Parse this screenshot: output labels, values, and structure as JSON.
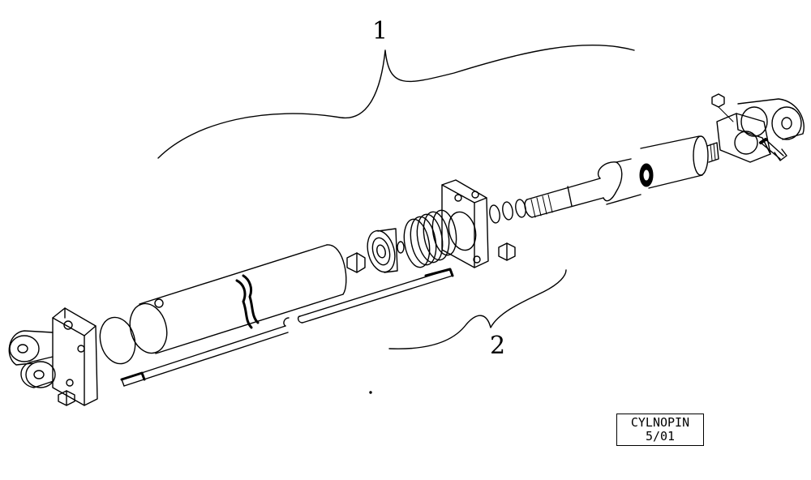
{
  "callouts": {
    "one": "1",
    "two": "2"
  },
  "reference_box": {
    "line1": "CYLNOPIN",
    "line2": "5/01"
  },
  "colors": {
    "ink": "#000000",
    "paper": "#ffffff"
  }
}
